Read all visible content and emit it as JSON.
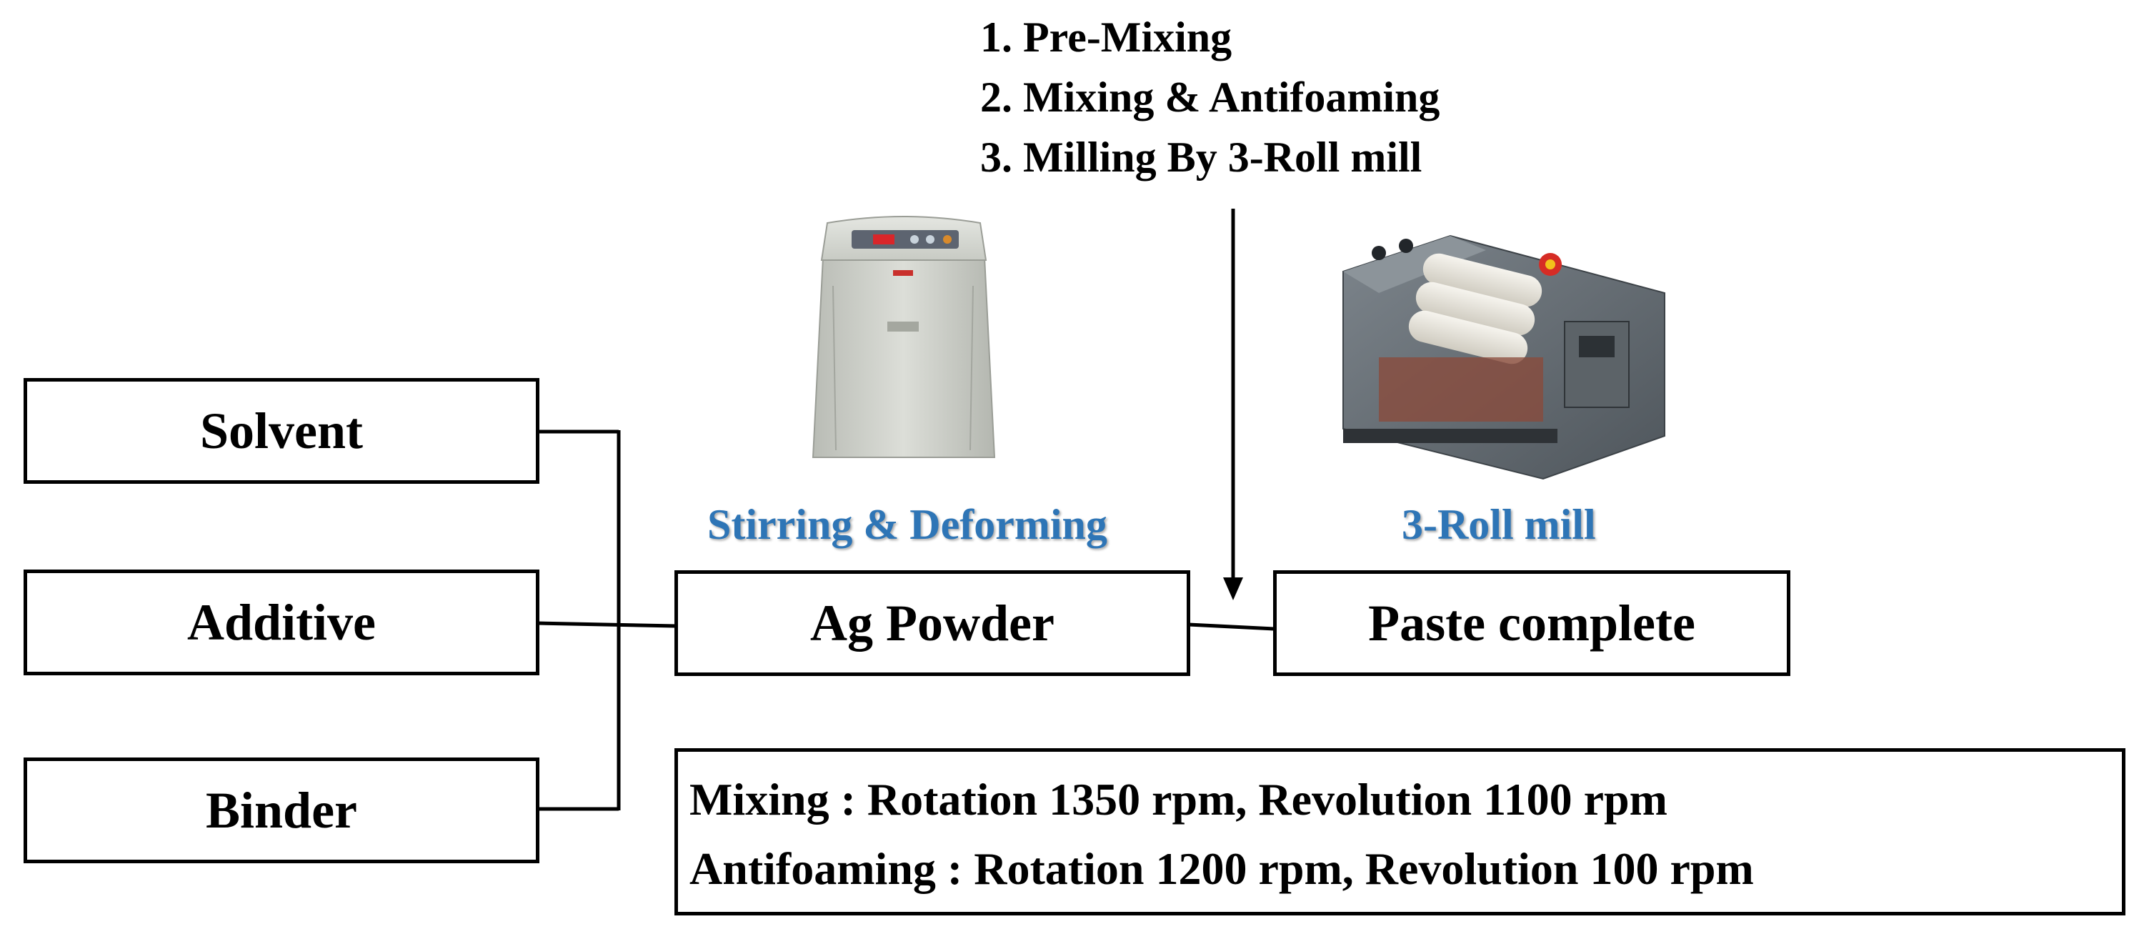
{
  "ingredients": {
    "solvent": "Solvent",
    "additive": "Additive",
    "binder": "Binder"
  },
  "ag_powder": "Ag Powder",
  "paste_complete": "Paste complete",
  "process_steps": [
    "1. Pre-Mixing",
    "2. Mixing & Antifoaming",
    "3. Milling By 3-Roll mill"
  ],
  "captions": {
    "mixer": "Stirring & Deforming",
    "roll_mill": "3-Roll mill"
  },
  "conditions": [
    "Mixing : Rotation 1350 rpm, Revolution 1100 rpm",
    "Antifoaming : Rotation 1200 rpm, Revolution 100 rpm"
  ],
  "colors": {
    "caption": "#2e75b6",
    "line": "#000000"
  },
  "icons": {
    "mixer": "planetary-mixer-machine",
    "roll_mill": "three-roll-mill-machine"
  }
}
